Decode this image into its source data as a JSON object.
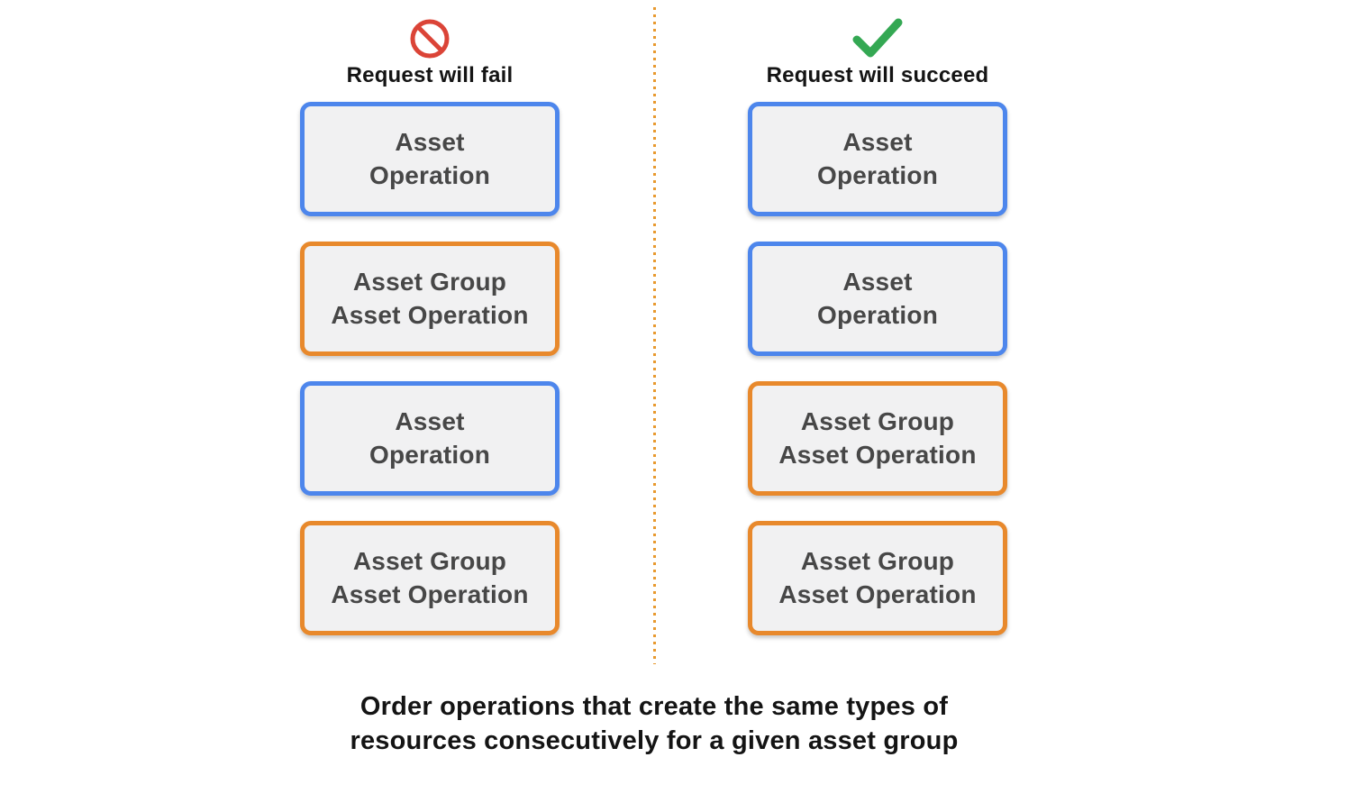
{
  "columns": {
    "fail": {
      "title": "Request will fail",
      "icon": "prohibition-icon",
      "boxes": [
        {
          "label": "Asset\nOperation",
          "type": "asset-operation",
          "border_color": "#4d86ec"
        },
        {
          "label": "Asset Group\nAsset Operation",
          "type": "asset-group-asset-operation",
          "border_color": "#e8892c"
        },
        {
          "label": "Asset\nOperation",
          "type": "asset-operation",
          "border_color": "#4d86ec"
        },
        {
          "label": "Asset Group\nAsset Operation",
          "type": "asset-group-asset-operation",
          "border_color": "#e8892c"
        }
      ]
    },
    "succeed": {
      "title": "Request will succeed",
      "icon": "checkmark-icon",
      "boxes": [
        {
          "label": "Asset\nOperation",
          "type": "asset-operation",
          "border_color": "#4d86ec"
        },
        {
          "label": "Asset\nOperation",
          "type": "asset-operation",
          "border_color": "#4d86ec"
        },
        {
          "label": "Asset Group\nAsset Operation",
          "type": "asset-group-asset-operation",
          "border_color": "#e8892c"
        },
        {
          "label": "Asset Group\nAsset Operation",
          "type": "asset-group-asset-operation",
          "border_color": "#e8892c"
        }
      ]
    }
  },
  "caption": "Order operations that create the same types of\nresources consecutively for a given asset group",
  "colors": {
    "blue_border": "#4d86ec",
    "orange_border": "#e8892c",
    "box_background": "#f1f1f2",
    "box_text": "#474747",
    "heading_text": "#141414",
    "fail_icon_red": "#db4437",
    "success_icon_green": "#34a853",
    "divider_dots_orange": "#e8992e"
  }
}
